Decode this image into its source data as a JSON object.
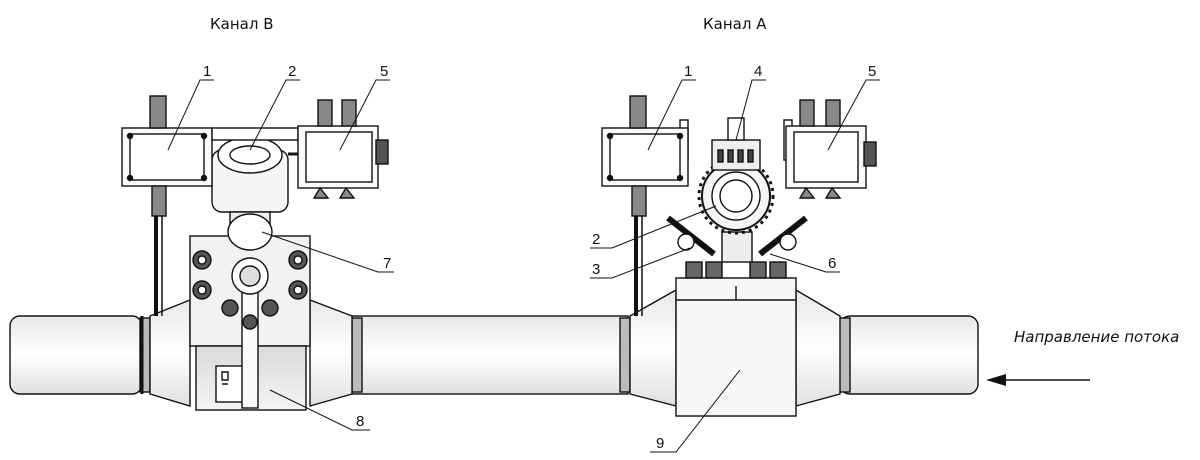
{
  "titles": {
    "channel_b": "Канал В",
    "channel_a": "Канал А"
  },
  "flow_label": "Направление потока",
  "callouts": {
    "b_1": "1",
    "b_2": "2",
    "b_5": "5",
    "b_7": "7",
    "b_8": "8",
    "a_1": "1",
    "a_4": "4",
    "a_5": "5",
    "a_2": "2",
    "a_3": "3",
    "a_6": "6",
    "a_9": "9"
  }
}
